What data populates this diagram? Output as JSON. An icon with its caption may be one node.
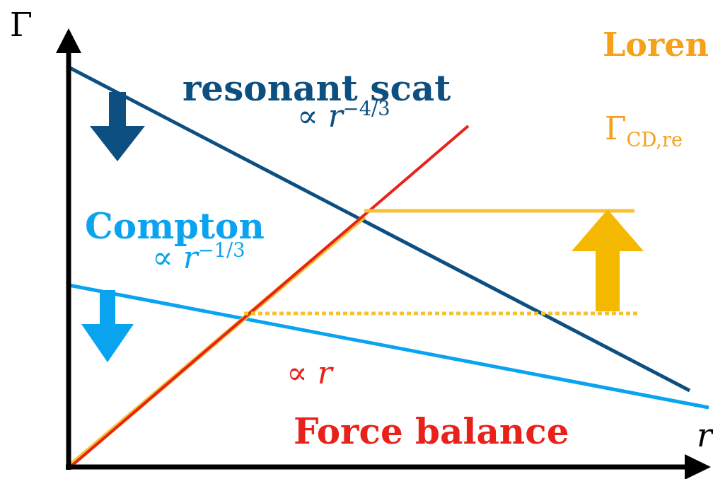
{
  "diagram": {
    "labels": [
      "Γ",
      "resonant scat",
      "∝ *r*$^{−4/3}$",
      "Loren",
      "Γ$_{CD,re}$",
      "Compton",
      "∝ *r*$^{−1/3}$",
      "∝ *r*",
      "Force balance",
      "*r*"
    ]
  }
}
